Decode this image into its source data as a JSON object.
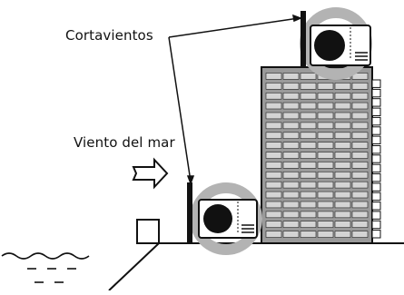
{
  "labels": {
    "windbreak": "Cortavientos",
    "sea_wind": "Viento del mar"
  },
  "colors": {
    "highlight_ring": "#b3b3b3",
    "outline": "#111111",
    "building_fill": "#9a9a9a",
    "window_fill": "#d4d4d4",
    "fan": "#111111"
  },
  "building": {
    "floors": 17,
    "window_columns": 6
  },
  "icons": [
    "wind-arrow-icon",
    "water-waves-icon",
    "outdoor-unit-icon"
  ]
}
